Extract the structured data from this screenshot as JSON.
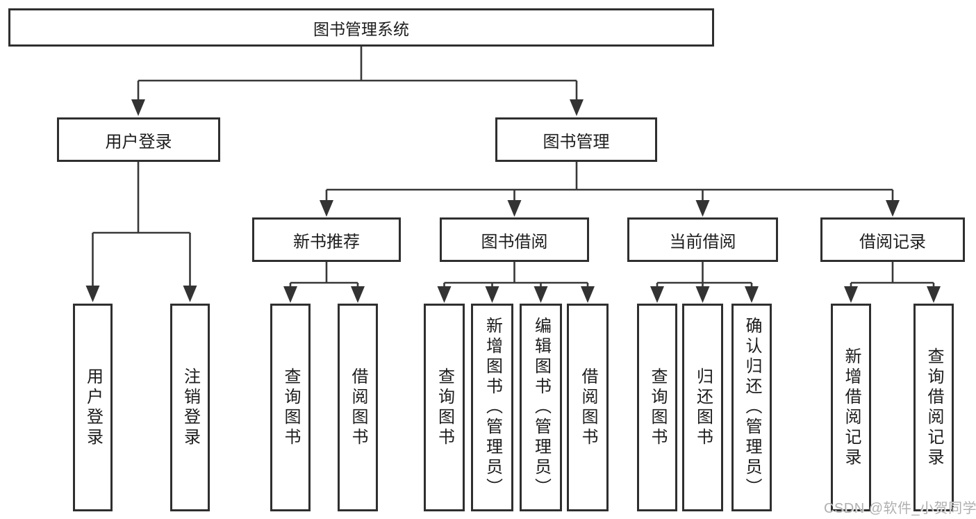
{
  "diagram_title": "图书管理系统",
  "tree": {
    "root": {
      "label": "图书管理系统",
      "children": [
        {
          "label": "用户登录",
          "children": [
            {
              "label": "用户登录"
            },
            {
              "label": "注销登录"
            }
          ]
        },
        {
          "label": "图书管理",
          "children": [
            {
              "label": "新书推荐",
              "children": [
                {
                  "label": "查询图书"
                },
                {
                  "label": "借阅图书"
                }
              ]
            },
            {
              "label": "图书借阅",
              "children": [
                {
                  "label": "查询图书"
                },
                {
                  "label": "新增图书（管理员）"
                },
                {
                  "label": "编辑图书（管理员）"
                },
                {
                  "label": "借阅图书"
                }
              ]
            },
            {
              "label": "当前借阅",
              "children": [
                {
                  "label": "查询图书"
                },
                {
                  "label": "归还图书"
                },
                {
                  "label": "确认归还（管理员）"
                }
              ]
            },
            {
              "label": "借阅记录",
              "children": [
                {
                  "label": "新增借阅记录"
                },
                {
                  "label": "查询借阅记录"
                }
              ]
            }
          ]
        }
      ]
    }
  },
  "watermark": {
    "text": "CSDN @软件_小贺同学"
  },
  "colors": {
    "background": "#ffffff",
    "line": "#383838",
    "box_border": "#2f2f2f",
    "text": "#1c1c1c",
    "watermark": "#b0b0b0"
  }
}
